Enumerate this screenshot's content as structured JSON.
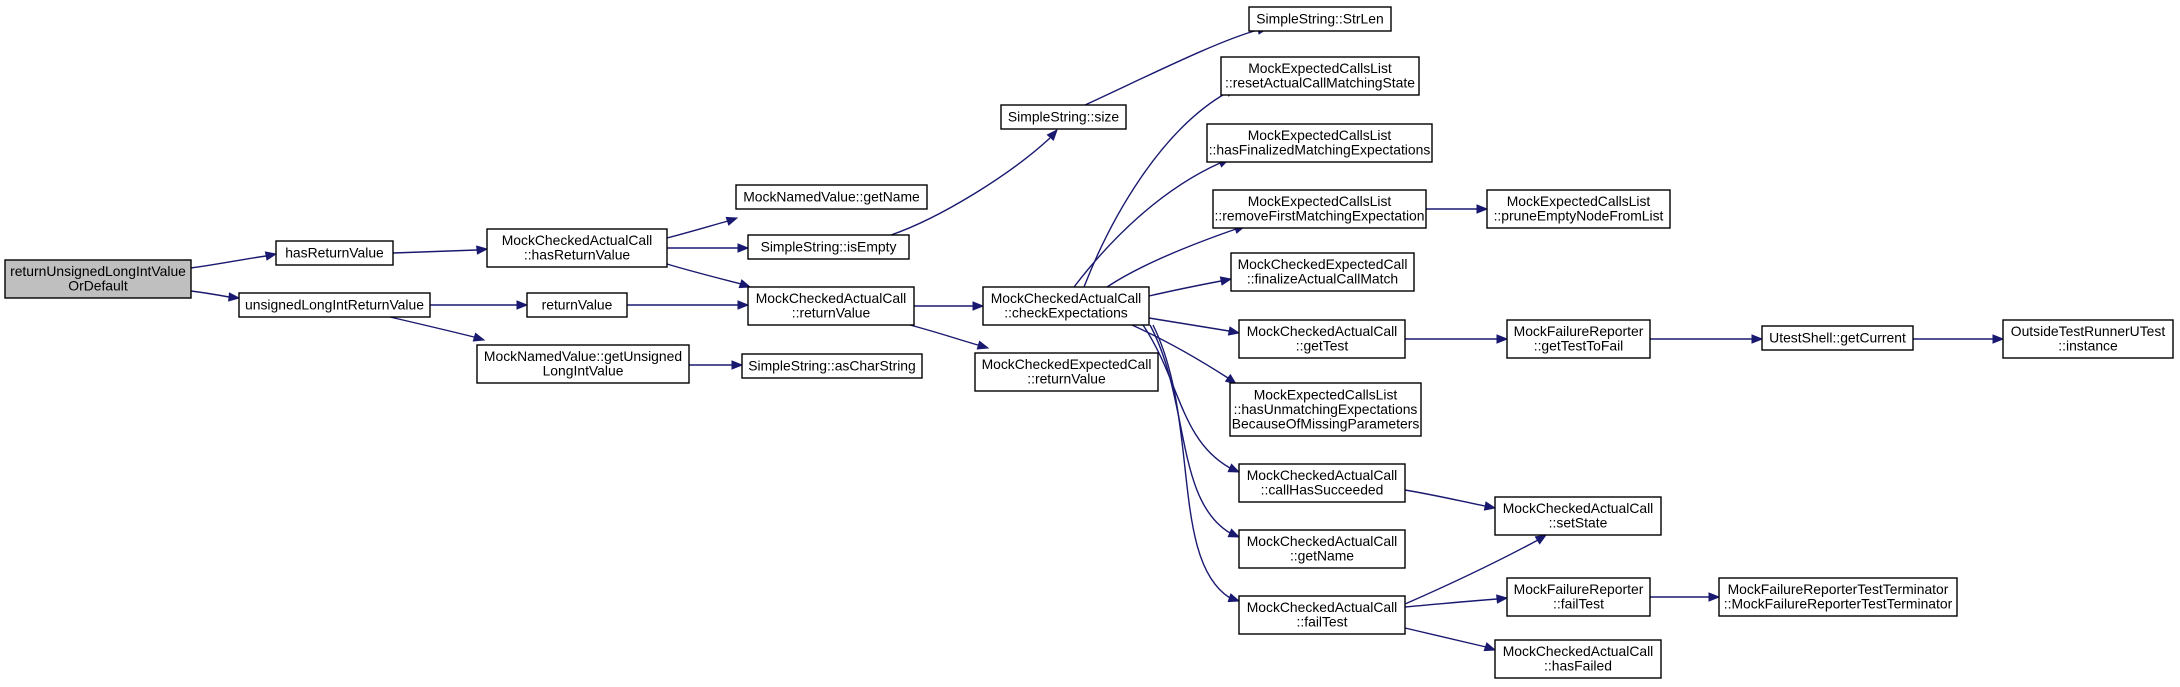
{
  "diagram": {
    "kind": "call-graph",
    "nodes": [
      {
        "id": "root",
        "lines": [
          "returnUnsignedLongIntValue",
          "OrDefault"
        ],
        "root": true
      },
      {
        "id": "hasReturnValue",
        "lines": [
          "hasReturnValue"
        ]
      },
      {
        "id": "unsignedLongIntReturnValue",
        "lines": [
          "unsignedLongIntReturnValue"
        ]
      },
      {
        "id": "mcac_hasReturnValue",
        "lines": [
          "MockCheckedActualCall",
          "::hasReturnValue"
        ]
      },
      {
        "id": "returnValue",
        "lines": [
          "returnValue"
        ]
      },
      {
        "id": "mnv_getUnsigned",
        "lines": [
          "MockNamedValue::getUnsigned",
          "LongIntValue"
        ]
      },
      {
        "id": "mnv_getName",
        "lines": [
          "MockNamedValue::getName"
        ]
      },
      {
        "id": "ss_isEmpty",
        "lines": [
          "SimpleString::isEmpty"
        ]
      },
      {
        "id": "mcac_returnValue",
        "lines": [
          "MockCheckedActualCall",
          "::returnValue"
        ]
      },
      {
        "id": "ss_asCharString",
        "lines": [
          "SimpleString::asCharString"
        ]
      },
      {
        "id": "ss_size",
        "lines": [
          "SimpleString::size"
        ]
      },
      {
        "id": "mcac_checkExpectations",
        "lines": [
          "MockCheckedActualCall",
          "::checkExpectations"
        ]
      },
      {
        "id": "mcec_returnValue",
        "lines": [
          "MockCheckedExpectedCall",
          "::returnValue"
        ]
      },
      {
        "id": "ss_StrLen",
        "lines": [
          "SimpleString::StrLen"
        ]
      },
      {
        "id": "mecl_reset",
        "lines": [
          "MockExpectedCallsList",
          "::resetActualCallMatchingState"
        ]
      },
      {
        "id": "mecl_hasFinalized",
        "lines": [
          "MockExpectedCallsList",
          "::hasFinalizedMatchingExpectations"
        ]
      },
      {
        "id": "mecl_removeFirst",
        "lines": [
          "MockExpectedCallsList",
          "::removeFirstMatchingExpectation"
        ]
      },
      {
        "id": "mcec_finalize",
        "lines": [
          "MockCheckedExpectedCall",
          "::finalizeActualCallMatch"
        ]
      },
      {
        "id": "mcac_getTest",
        "lines": [
          "MockCheckedActualCall",
          "::getTest"
        ]
      },
      {
        "id": "mecl_hasUnmatching",
        "lines": [
          "MockExpectedCallsList",
          "::hasUnmatchingExpectations",
          "BecauseOfMissingParameters"
        ]
      },
      {
        "id": "mcac_callHasSucceeded",
        "lines": [
          "MockCheckedActualCall",
          "::callHasSucceeded"
        ]
      },
      {
        "id": "mcac_getName",
        "lines": [
          "MockCheckedActualCall",
          "::getName"
        ]
      },
      {
        "id": "mcac_failTest",
        "lines": [
          "MockCheckedActualCall",
          "::failTest"
        ]
      },
      {
        "id": "mecl_prune",
        "lines": [
          "MockExpectedCallsList",
          "::pruneEmptyNodeFromList"
        ]
      },
      {
        "id": "mfr_getTestToFail",
        "lines": [
          "MockFailureReporter",
          "::getTestToFail"
        ]
      },
      {
        "id": "mcac_setState",
        "lines": [
          "MockCheckedActualCall",
          "::setState"
        ]
      },
      {
        "id": "mfr_failTest",
        "lines": [
          "MockFailureReporter",
          "::failTest"
        ]
      },
      {
        "id": "mcac_hasFailed",
        "lines": [
          "MockCheckedActualCall",
          "::hasFailed"
        ]
      },
      {
        "id": "ushell_getCurrent",
        "lines": [
          "UtestShell::getCurrent"
        ]
      },
      {
        "id": "mfrtt_ctor",
        "lines": [
          "MockFailureReporterTestTerminator",
          "::MockFailureReporterTestTerminator"
        ]
      },
      {
        "id": "otrut_instance",
        "lines": [
          "OutsideTestRunnerUTest",
          "::instance"
        ]
      }
    ],
    "edges": [
      [
        "root",
        "hasReturnValue"
      ],
      [
        "root",
        "unsignedLongIntReturnValue"
      ],
      [
        "hasReturnValue",
        "mcac_hasReturnValue"
      ],
      [
        "unsignedLongIntReturnValue",
        "returnValue"
      ],
      [
        "unsignedLongIntReturnValue",
        "mnv_getUnsigned"
      ],
      [
        "mcac_hasReturnValue",
        "mnv_getName"
      ],
      [
        "mcac_hasReturnValue",
        "ss_isEmpty"
      ],
      [
        "mcac_hasReturnValue",
        "mcac_returnValue"
      ],
      [
        "returnValue",
        "mcac_returnValue"
      ],
      [
        "mnv_getUnsigned",
        "ss_asCharString"
      ],
      [
        "ss_isEmpty",
        "ss_size"
      ],
      [
        "ss_size",
        "ss_StrLen"
      ],
      [
        "mcac_returnValue",
        "mcac_checkExpectations"
      ],
      [
        "mcac_returnValue",
        "mcec_returnValue"
      ],
      [
        "mcac_checkExpectations",
        "mecl_reset"
      ],
      [
        "mcac_checkExpectations",
        "mecl_hasFinalized"
      ],
      [
        "mcac_checkExpectations",
        "mecl_removeFirst"
      ],
      [
        "mcac_checkExpectations",
        "mcec_finalize"
      ],
      [
        "mcac_checkExpectations",
        "mcac_getTest"
      ],
      [
        "mcac_checkExpectations",
        "mecl_hasUnmatching"
      ],
      [
        "mcac_checkExpectations",
        "mcac_callHasSucceeded"
      ],
      [
        "mcac_checkExpectations",
        "mcac_getName"
      ],
      [
        "mcac_checkExpectations",
        "mcac_failTest"
      ],
      [
        "mecl_removeFirst",
        "mecl_prune"
      ],
      [
        "mcac_getTest",
        "mfr_getTestToFail"
      ],
      [
        "mfr_getTestToFail",
        "ushell_getCurrent"
      ],
      [
        "ushell_getCurrent",
        "otrut_instance"
      ],
      [
        "mcac_callHasSucceeded",
        "mcac_setState"
      ],
      [
        "mcac_failTest",
        "mcac_setState"
      ],
      [
        "mcac_failTest",
        "mfr_failTest"
      ],
      [
        "mcac_failTest",
        "mcac_hasFailed"
      ],
      [
        "mfr_failTest",
        "mfrtt_ctor"
      ]
    ]
  }
}
